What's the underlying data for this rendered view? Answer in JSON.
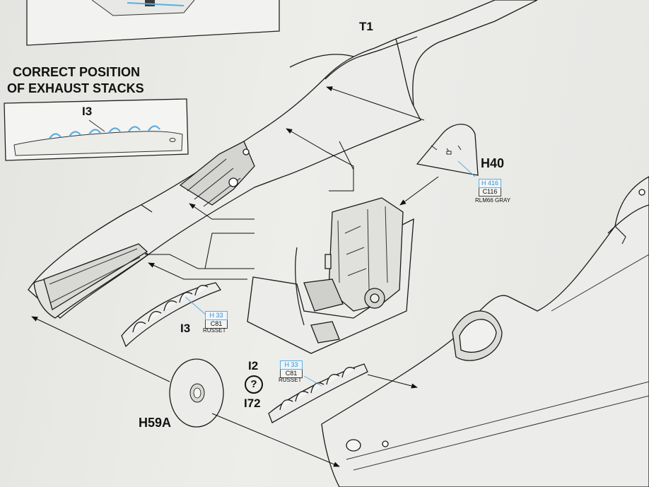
{
  "headings": {
    "correct_position_line1": "CORRECT POSITION",
    "correct_position_line2": "OF EXHAUST STACKS"
  },
  "parts": {
    "t1": "T1",
    "h40": "H40",
    "i3_inset": "I3",
    "i3_main": "I3",
    "i2": "I2",
    "i72": "I72",
    "h59a": "H59A",
    "either_symbol": "?"
  },
  "paints": {
    "gray": {
      "h": "H 416",
      "c": "C116",
      "name": "RLM66 GRAY",
      "h_color": "#3a8fc9"
    },
    "russet_a": {
      "h": "H 33",
      "c": "C81",
      "name": "RUSSET",
      "h_color": "#3a8fc9"
    },
    "russet_b": {
      "h": "H 33",
      "c": "C81",
      "name": "RUSSET",
      "h_color": "#3a8fc9"
    }
  },
  "colors": {
    "line": "#1a1a1a",
    "part_fill": "#ececea",
    "paint_box_blue": "#5aaee0"
  }
}
